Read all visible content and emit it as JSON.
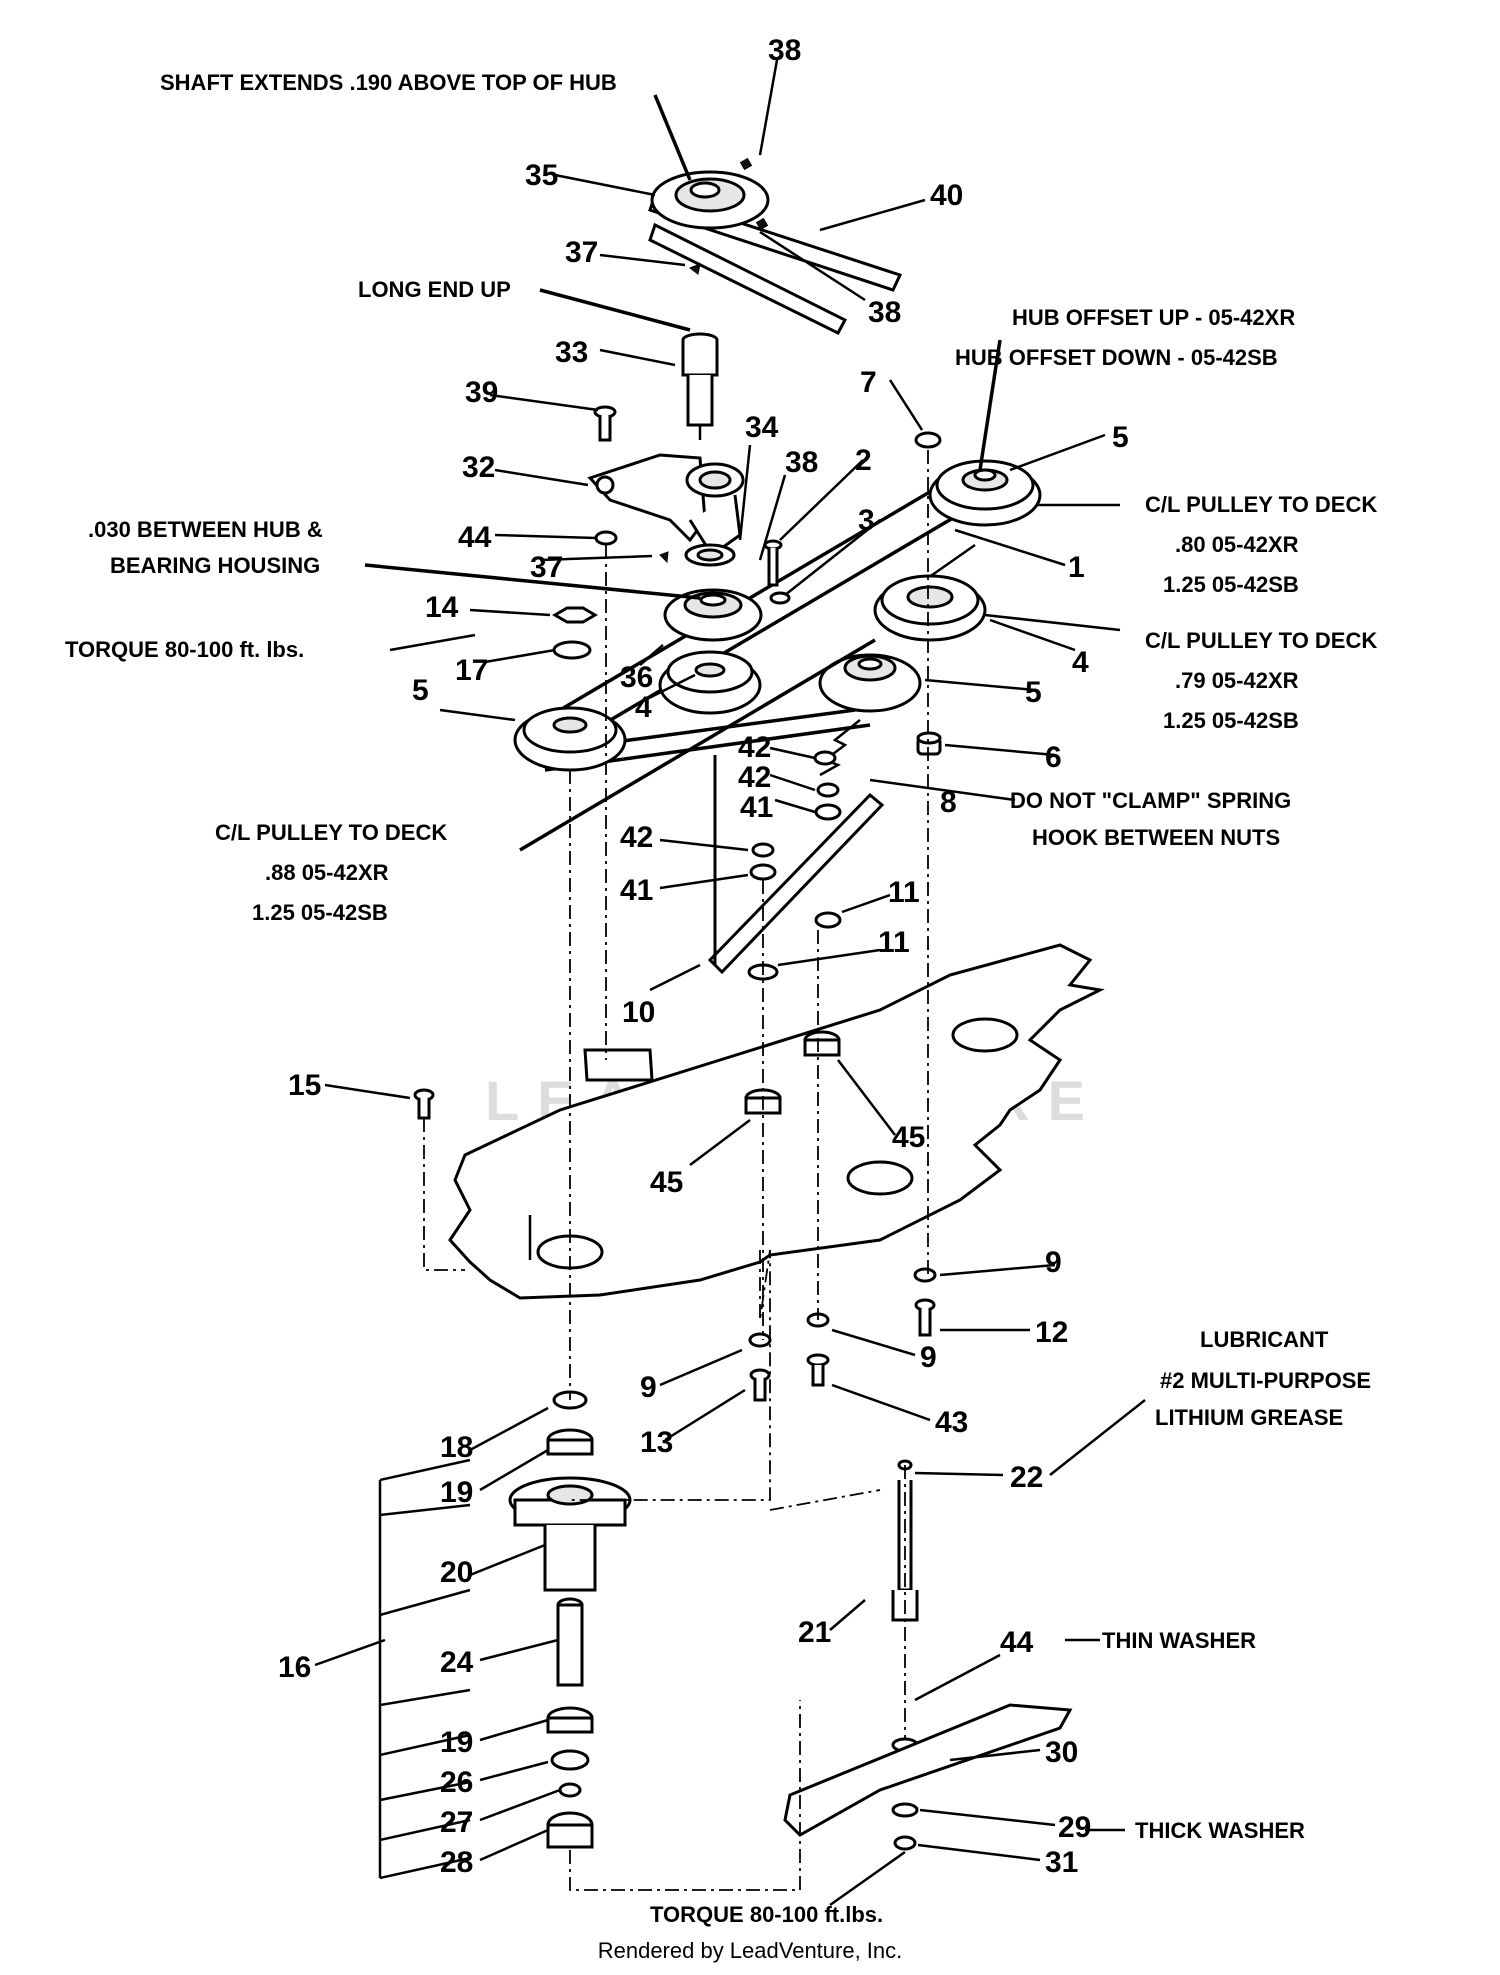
{
  "notes": {
    "shaft_extends": "SHAFT EXTENDS .190 ABOVE TOP OF HUB",
    "long_end_up": "LONG END UP",
    "hub_offset_up": "HUB OFFSET UP - 05-42XR",
    "hub_offset_down": "HUB OFFSET DOWN - 05-42SB",
    "cl_pulley_5_title": "C/L PULLEY TO DECK",
    "cl_pulley_5_xr": ".80  05-42XR",
    "cl_pulley_5_sb": "1.25  05-42SB",
    "hub_bearing_1": ".030 BETWEEN HUB &",
    "hub_bearing_2": "BEARING HOUSING",
    "torque_top": "TORQUE 80-100 ft. lbs.",
    "cl_pulley_4_title": "C/L PULLEY TO DECK",
    "cl_pulley_4_xr": ".79  05-42XR",
    "cl_pulley_4_sb": "1.25  05-42SB",
    "spring_1": "DO NOT \"CLAMP\" SPRING",
    "spring_2": "HOOK BETWEEN NUTS",
    "cl_pulley_left_title": "C/L PULLEY TO DECK",
    "cl_pulley_left_xr": ".88  05-42XR",
    "cl_pulley_left_sb": "1.25  05-42SB",
    "lubricant_1": "LUBRICANT",
    "lubricant_2": "#2 MULTI-PURPOSE",
    "lubricant_3": "LITHIUM GREASE",
    "thin_washer": "THIN WASHER",
    "thick_washer": "THICK WASHER",
    "torque_bottom": "TORQUE  80-100 ft.lbs."
  },
  "parts": {
    "n38a": "38",
    "n35": "35",
    "n40": "40",
    "n37a": "37",
    "n38b": "38",
    "n33": "33",
    "n39": "39",
    "n7": "7",
    "n5a": "5",
    "n32": "32",
    "n34": "34",
    "n38c": "38",
    "n2": "2",
    "n3": "3",
    "n44a": "44",
    "n37b": "37",
    "n1": "1",
    "n14": "14",
    "n17": "17",
    "n36": "36",
    "n4a": "4",
    "n4b": "4",
    "n5b": "5",
    "n5c": "5",
    "n6": "6",
    "n42a": "42",
    "n42b": "42",
    "n41a": "41",
    "n8": "8",
    "n42c": "42",
    "n41b": "41",
    "n11a": "11",
    "n11b": "11",
    "n10": "10",
    "n15": "15",
    "n45a": "45",
    "n45b": "45",
    "n9a": "9",
    "n12": "12",
    "n9b": "9",
    "n9c": "9",
    "n13": "13",
    "n43": "43",
    "n18": "18",
    "n19a": "19",
    "n22": "22",
    "n20": "20",
    "n16": "16",
    "n24": "24",
    "n21": "21",
    "n44b": "44",
    "n19b": "19",
    "n30": "30",
    "n26": "26",
    "n29": "29",
    "n27": "27",
    "n28": "28",
    "n31": "31"
  },
  "watermark": "LEADVENTURE",
  "footer": "Rendered by LeadVenture, Inc."
}
